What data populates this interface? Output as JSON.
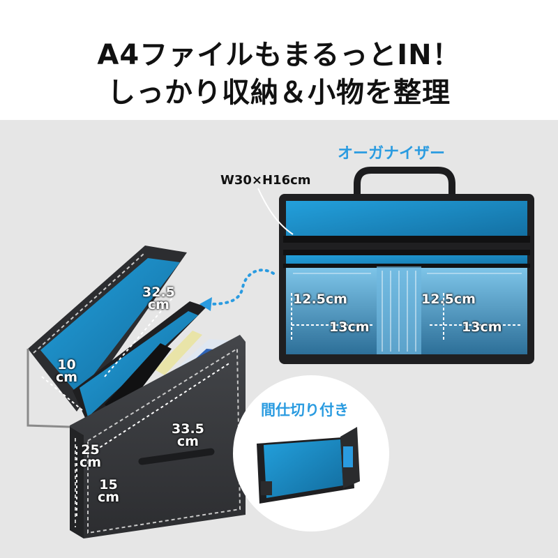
{
  "headline": {
    "line1": "A4ファイルもまるっとIN！",
    "line2": "しっかり収納＆小物を整理"
  },
  "organizer": {
    "title": "オーガナイザー",
    "size": "W30×H16cm",
    "pocket_height_left": "12.5cm",
    "pocket_height_right": "12.5cm",
    "pocket_width_left": "13cm",
    "pocket_width_right": "13cm"
  },
  "bag": {
    "lid_width": "32.5",
    "lid_width_unit": "cm",
    "lid_depth": "10",
    "lid_depth_unit": "cm",
    "width": "33.5",
    "width_unit": "cm",
    "height": "25",
    "height_unit": "cm",
    "depth": "15",
    "depth_unit": "cm"
  },
  "divider": {
    "label": "間仕切り付き"
  },
  "colors": {
    "accent_blue": "#2a9be0",
    "felt_gray": "#3a3b3d",
    "lining_blue": "#1c8fc8",
    "background": "#e6e6e6"
  }
}
